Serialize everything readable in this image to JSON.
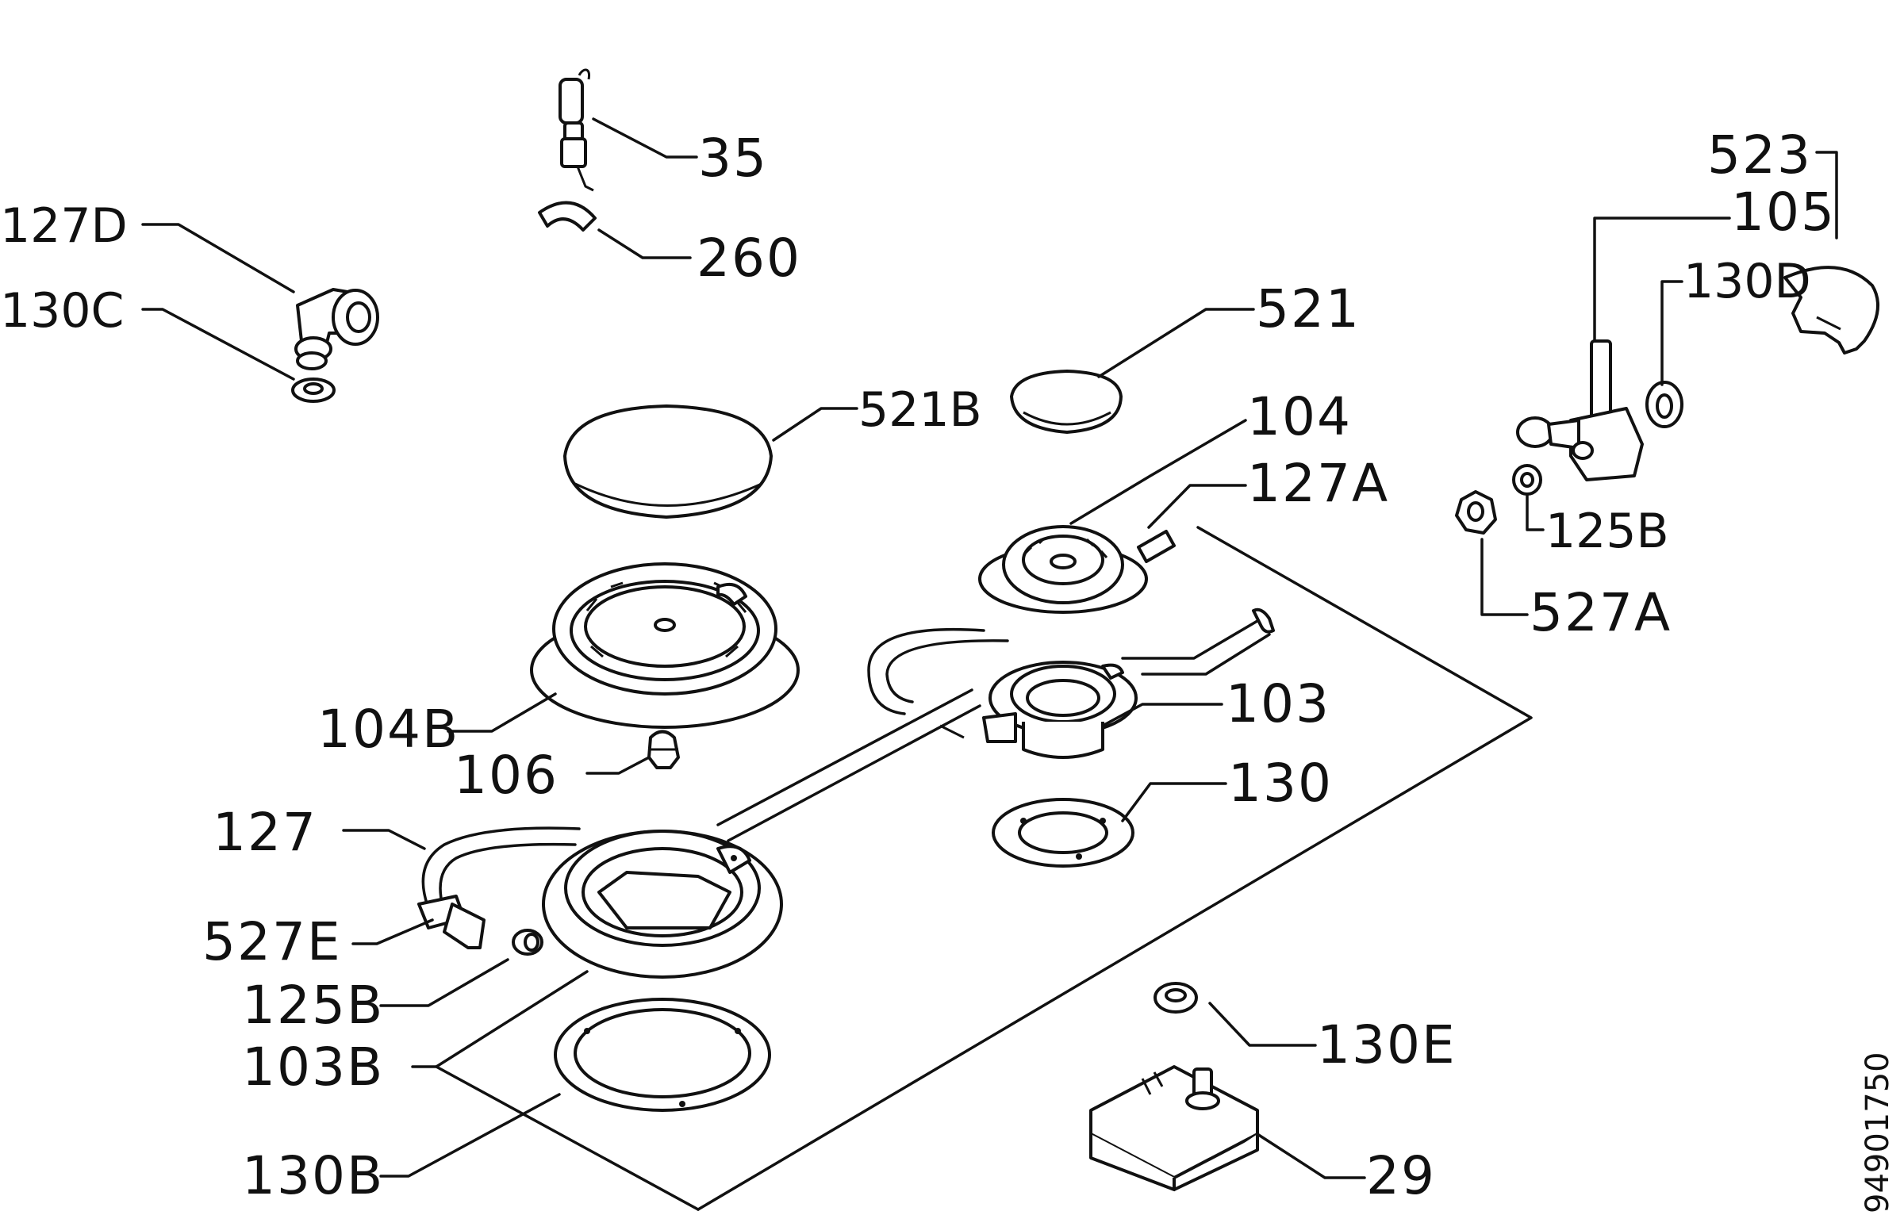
{
  "labels": {
    "l35": "35",
    "l260": "260",
    "l127D": "127D",
    "l130C": "130C",
    "l521": "521",
    "l521B": "521B",
    "l104": "104",
    "l127A": "127A",
    "l523": "523",
    "l105": "105",
    "l130D": "130D",
    "l125B_right": "125B",
    "l527A": "527A",
    "l104B": "104B",
    "l103": "103",
    "l106": "106",
    "l130": "130",
    "l127": "127",
    "l527E": "527E",
    "l125B_left": "125B",
    "l103B": "103B",
    "l130E": "130E",
    "l130B": "130B",
    "l29": "29"
  },
  "drawing_code": "94901750",
  "colors": {
    "ink": "#111111",
    "paper": "#ffffff"
  }
}
